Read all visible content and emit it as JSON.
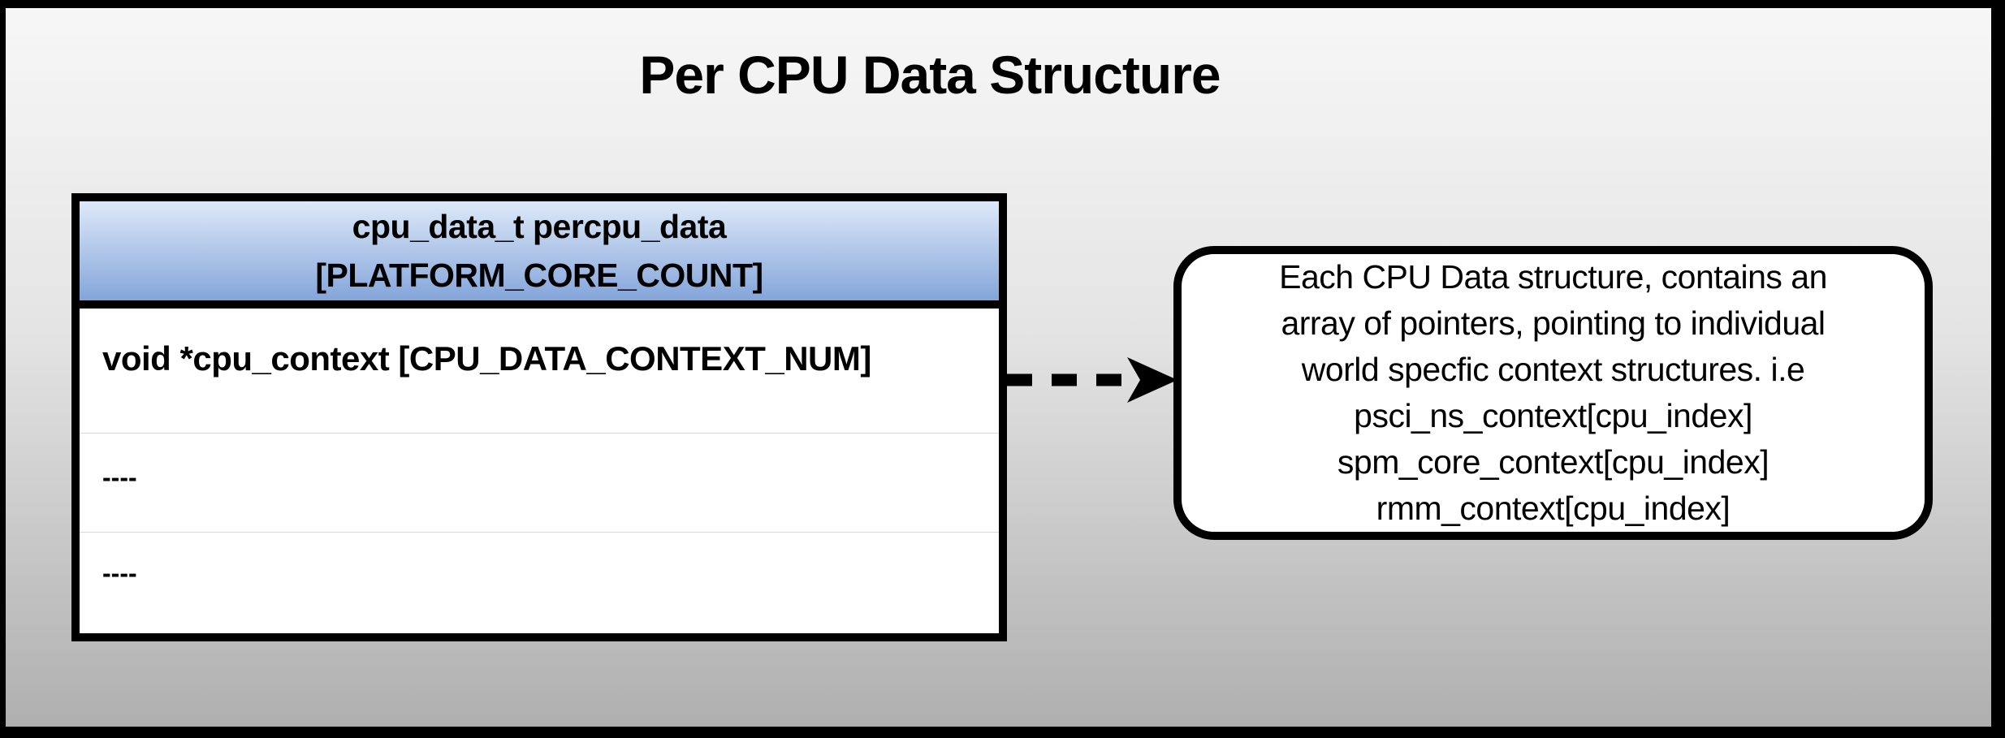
{
  "title": "Per CPU Data Structure",
  "colors": {
    "frame_border": "#000000",
    "bg_gradient_top": "#f7f7f7",
    "bg_gradient_bottom": "#afafaf",
    "header_gradient_top": "#dde9f8",
    "header_gradient_bottom": "#84a5da",
    "table_bg": "#ffffff",
    "row_divider": "#d8d8d8",
    "text_color": "#000000"
  },
  "struct_table": {
    "header": {
      "line1": "cpu_data_t percpu_data",
      "line2": "[PLATFORM_CORE_COUNT]"
    },
    "rows": [
      {
        "label": "void *cpu_context [CPU_DATA_CONTEXT_NUM]"
      },
      {
        "label": "----"
      },
      {
        "label": "----"
      }
    ]
  },
  "connector": {
    "style": "dashed",
    "direction": "right"
  },
  "callout": {
    "lines": [
      "Each CPU Data structure, contains an",
      "array of pointers, pointing to individual",
      "world specfic context structures. i.e",
      "psci_ns_context[cpu_index]",
      "spm_core_context[cpu_index]",
      "rmm_context[cpu_index]"
    ]
  }
}
